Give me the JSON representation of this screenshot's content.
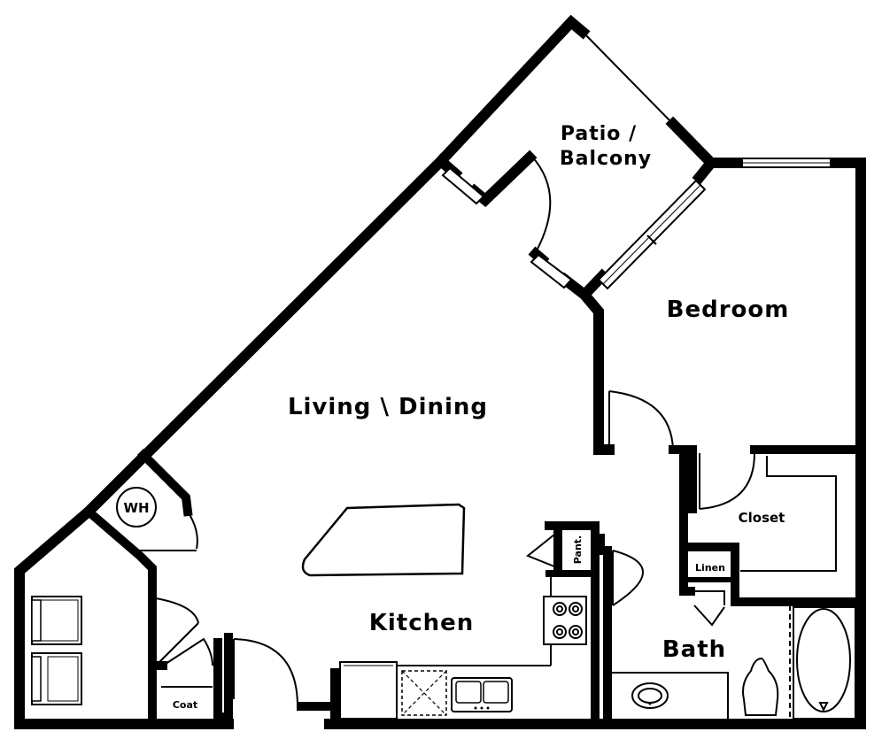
{
  "rooms": {
    "patio": "Patio /",
    "balcony": "Balcony",
    "bedroom": "Bedroom",
    "living_dining": "Living \\ Dining",
    "kitchen": "Kitchen",
    "bath": "Bath",
    "closet": "Closet",
    "linen": "Linen",
    "pantry": "Pant.",
    "coat": "Coat",
    "water_heater": "WH"
  }
}
